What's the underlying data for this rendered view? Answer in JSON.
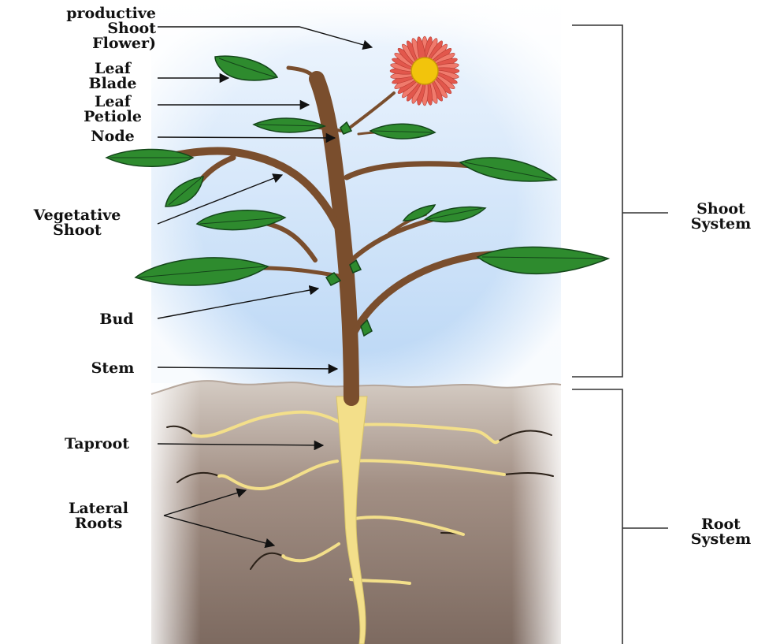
{
  "labels": {
    "reproductive_shoot": [
      "productive",
      "Shoot",
      "Flower)"
    ],
    "leaf_blade": [
      "Leaf",
      "Blade"
    ],
    "leaf_petiole": [
      "Leaf",
      "Petiole"
    ],
    "node": "Node",
    "vegetative_shoot": [
      "Vegetative",
      "Shoot"
    ],
    "bud": "Bud",
    "stem": "Stem",
    "taproot": "Taproot",
    "lateral_roots": [
      "Lateral",
      "Roots"
    ],
    "shoot_system": [
      "Shoot",
      "System"
    ],
    "root_system": [
      "Root",
      "System"
    ]
  },
  "colors": {
    "sky_top": "#ffffff",
    "sky_bottom": "#b9d6f5",
    "soil": "#8a776c",
    "stem": "#7a4e2d",
    "leaf": "#2e8b2e",
    "root": "#f3df8a",
    "petal": "#e2574c",
    "flower_center": "#f2c40c"
  },
  "icons": [
    "flower-icon",
    "leaf-icon",
    "bud-icon",
    "arrow-icon"
  ]
}
